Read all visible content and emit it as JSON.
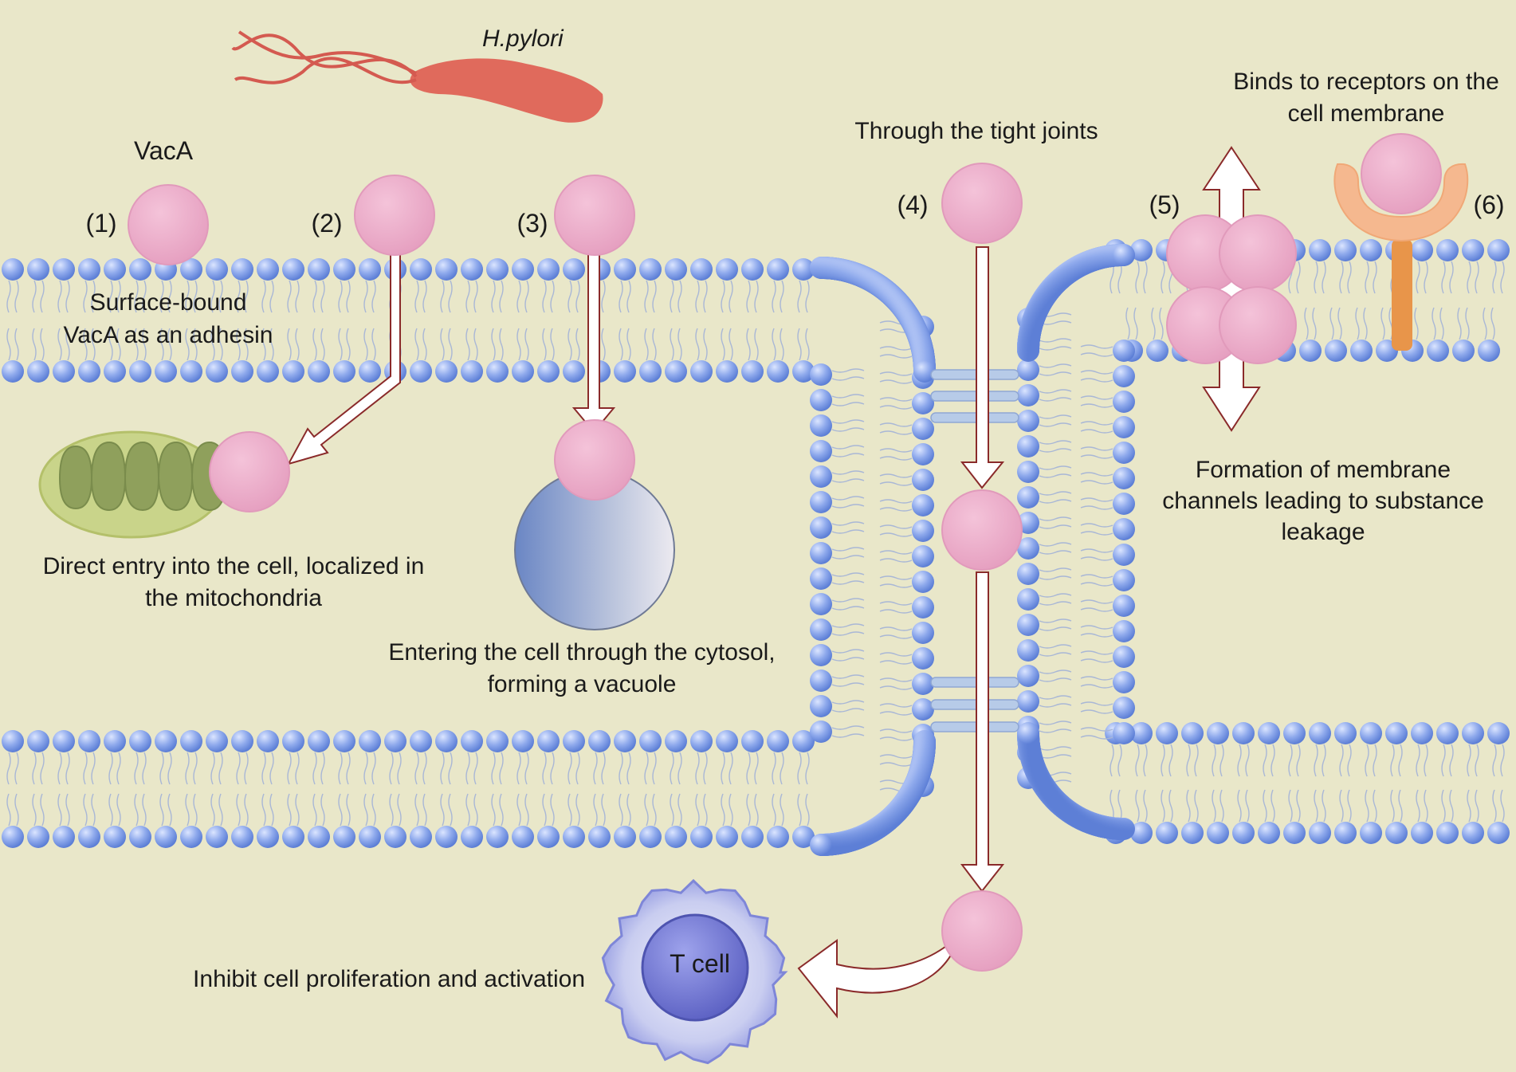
{
  "organism": "H.pylori",
  "toxin": "VacA",
  "steps": [
    {
      "num": "(1)",
      "caption": [
        "Surface-bound",
        "VacA as an adhesin"
      ]
    },
    {
      "num": "(2)",
      "caption": [
        "Direct entry into the cell, localized in",
        "the mitochondria"
      ]
    },
    {
      "num": "(3)",
      "caption": [
        "Entering the cell through the cytosol,",
        "forming a vacuole"
      ]
    },
    {
      "num": "(4)",
      "caption": [
        "Through the tight joints"
      ]
    },
    {
      "num": "(5)",
      "caption": [
        "Formation of membrane",
        "channels leading to substance",
        "leakage"
      ]
    },
    {
      "num": "(6)",
      "caption": [
        "Binds to receptors on the",
        "cell membrane"
      ]
    }
  ],
  "tcell": {
    "label": "T cell",
    "caption": "Inhibit cell proliferation and activation"
  },
  "colors": {
    "background": "#e9e7c9",
    "vaca": "#e9a9c6",
    "lipid_head": "#7f9ee6",
    "bacterium": "#e06a5c",
    "mitochondrion": "#c9d48a",
    "receptor": "#f5b88f",
    "arrow_stroke": "#8a2a2a",
    "tcell": "#7c80d6"
  },
  "icons": [
    "bacterium-icon",
    "mitochondrion-icon",
    "vacuole-icon",
    "receptor-icon",
    "t-cell-icon",
    "tight-junction-icon"
  ]
}
